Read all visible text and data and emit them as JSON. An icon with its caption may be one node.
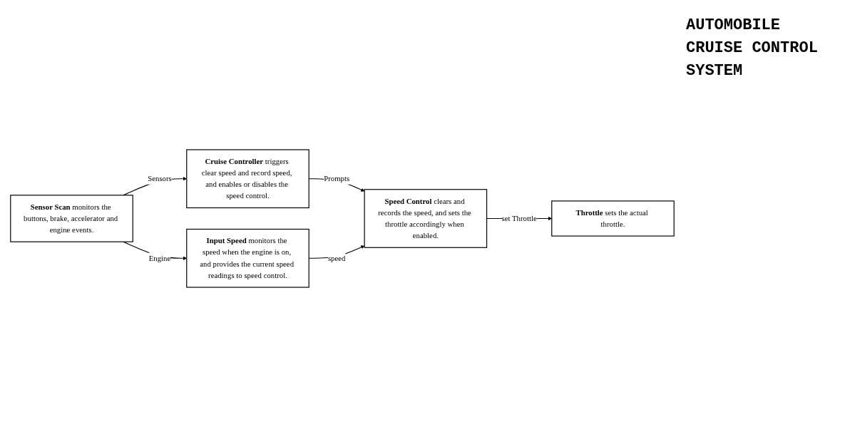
{
  "diagram": {
    "title": "AUTOMOBILE CRUISE CONTROL SYSTEM",
    "nodes": [
      {
        "text": [
          "**Sensor Scan** monitors the buttons, brake, accelerator and engine events."
        ]
      },
      {
        "text": [
          "**Cruise Controller** triggers clear speed and record speed, and enables or disables the speed control."
        ]
      },
      {
        "text": [
          "**Input Speed** monitors the speed when the engine is on, and provides the current speed readings to speed control."
        ]
      },
      {
        "text": [
          "**Speed Control** clears and records the speed, and sets the throttle accordingly when enabled."
        ]
      },
      {
        "text": [
          "**Throttle** sets the actual throttle."
        ]
      }
    ],
    "edges": [
      {
        "from": 0,
        "to": 1,
        "arrow": "to",
        "label": "Sensors"
      },
      {
        "from": 0,
        "to": 2,
        "arrow": "to",
        "label": "Engine"
      },
      {
        "from": 1,
        "to": 3,
        "arrow": "to",
        "label": "Prompts"
      },
      {
        "from": 2,
        "to": 3,
        "arrow": "to",
        "label": "speed"
      },
      {
        "from": 3,
        "to": 4,
        "arrow": "to",
        "label": "set Throttle"
      }
    ]
  }
}
